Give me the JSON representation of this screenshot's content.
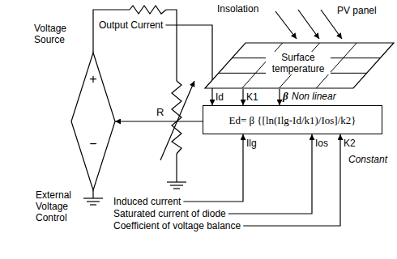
{
  "diagram": {
    "nodes": [
      {
        "text": [
          "Voltage Source",
          "+",
          "−"
        ]
      },
      {
        "text": [
          "PV panel",
          "Surface temperature"
        ]
      },
      {
        "text": [
          "Ed= β {[ln(Ilg-Id/k1)/Ios]/k2}"
        ]
      }
    ],
    "edges": [
      {
        "from": 1,
        "to": 2,
        "arrow": "to",
        "label": "K1"
      },
      {
        "from": 1,
        "to": 2,
        "arrow": "to",
        "label": "β"
      },
      {
        "from": 2,
        "to": 0,
        "arrow": "to"
      }
    ],
    "labels": [
      "Output Current",
      "R",
      "Insolation",
      "Id",
      "Non linear",
      "External Voltage Control",
      "Ilg",
      "Ios",
      "K2",
      "Constant",
      "Induced current",
      "Saturated current of diode",
      "Coefficient of voltage balance"
    ]
  }
}
